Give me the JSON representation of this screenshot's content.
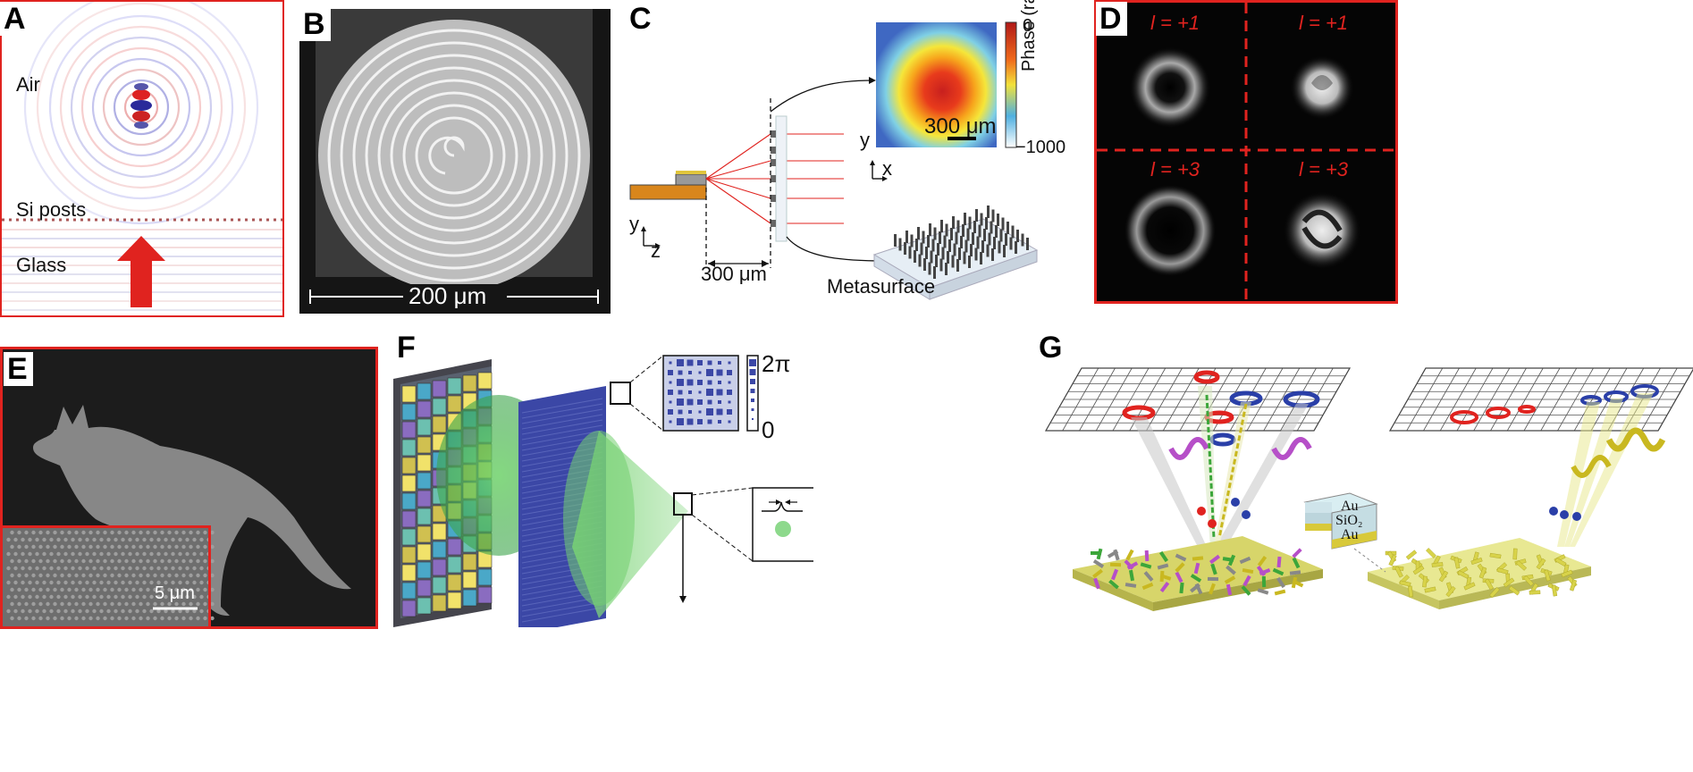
{
  "colors": {
    "frame_red": "#e0231f",
    "blue": "#2a3fa8",
    "green": "#4fbf55",
    "gold": "#c9b820",
    "orange": "#d9861c"
  },
  "panels": {
    "A": {
      "label": "A",
      "air": "Air",
      "si_posts": "Si posts",
      "glass": "Glass"
    },
    "B": {
      "label": "B",
      "scalebar": "200 μm"
    },
    "C": {
      "label": "C",
      "scale_map": "300 μm",
      "distance": "300 μm",
      "metasurface": "Metasurface",
      "colorbar_top": "0",
      "colorbar_bottom": "−1000",
      "colorbar_title": "Phase (rad.)",
      "axis_y": "y",
      "axis_z": "z",
      "axis_y2": "y",
      "axis_x": "x"
    },
    "D": {
      "label": "D",
      "q1": "l = +1",
      "q2": "l = +1",
      "q3": "l = +3",
      "q4": "l = +3"
    },
    "E": {
      "label": "E",
      "scalebar": "5 μm"
    },
    "F": {
      "label": "F",
      "bar_top": "2π",
      "bar_bottom": "0"
    },
    "G": {
      "label": "G",
      "au_top": "Au",
      "sio2": "SiO₂",
      "au_bottom": "Au"
    }
  }
}
